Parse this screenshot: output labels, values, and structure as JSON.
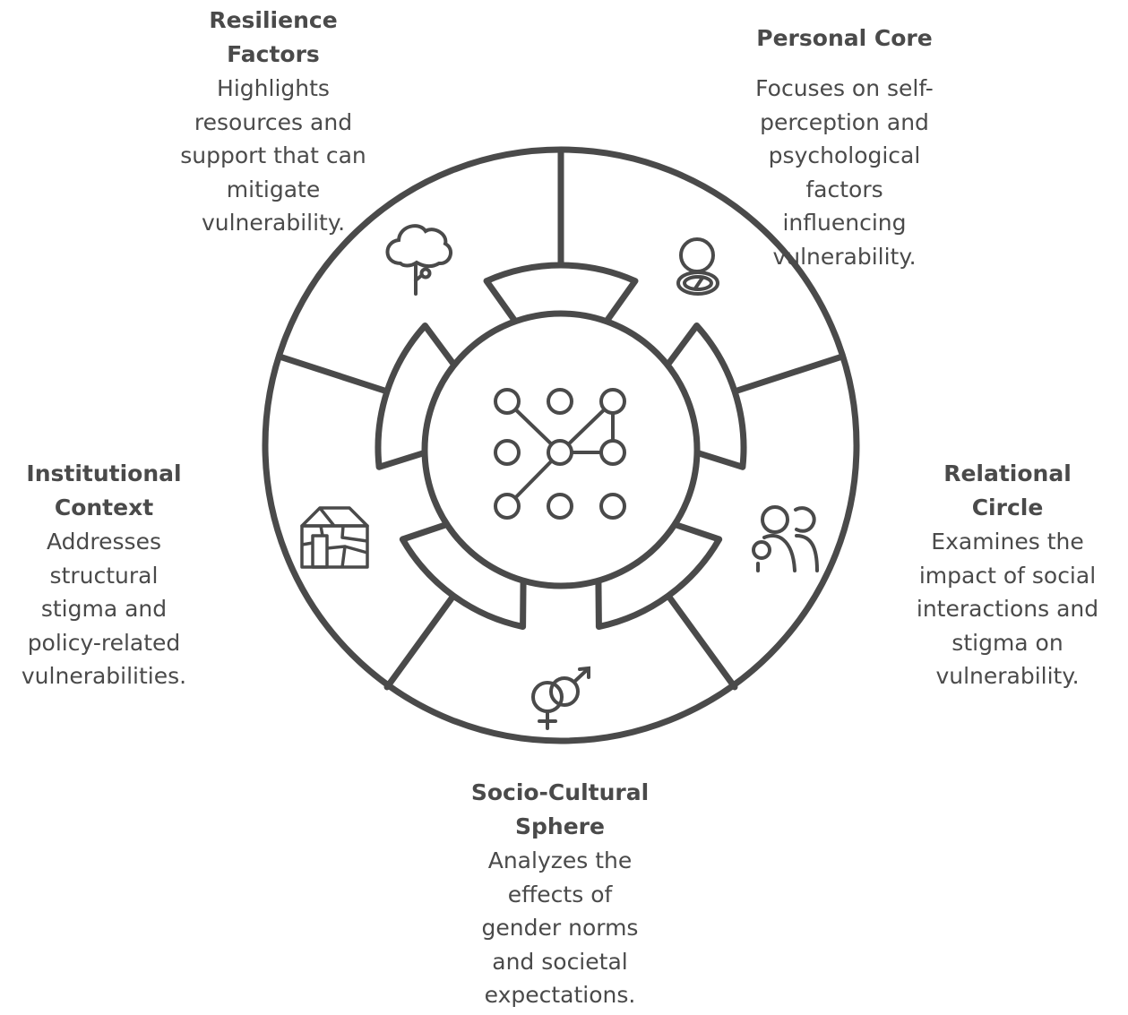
{
  "diagram": {
    "stroke_color": "#4a4a4a",
    "background": "#ffffff",
    "center_icon": "network-graph-icon",
    "segments": [
      {
        "id": "personal-core",
        "title": "Personal Core",
        "description": "Focuses on self-\nperception and\npsychological\nfactors\ninfluencing\nvulnerability.",
        "icon": "compact-mirror-icon"
      },
      {
        "id": "relational-circle",
        "title": "Relational\nCircle",
        "description": "Examines the\nimpact of social\ninteractions and\nstigma on\nvulnerability.",
        "icon": "people-group-icon"
      },
      {
        "id": "socio-cultural-sphere",
        "title": "Socio-Cultural\nSphere",
        "description": "Analyzes the\neffects of\ngender norms\nand societal\nexpectations.",
        "icon": "gender-symbols-icon"
      },
      {
        "id": "institutional-context",
        "title": "Institutional\nContext",
        "description": "Addresses\nstructural\nstigma and\npolicy-related\nvulnerabilities.",
        "icon": "cracked-building-icon"
      },
      {
        "id": "resilience-factors",
        "title": "Resilience\nFactors",
        "description": "Highlights\nresources and\nsupport that can\nmitigate\nvulnerability.",
        "icon": "tree-icon"
      }
    ]
  }
}
